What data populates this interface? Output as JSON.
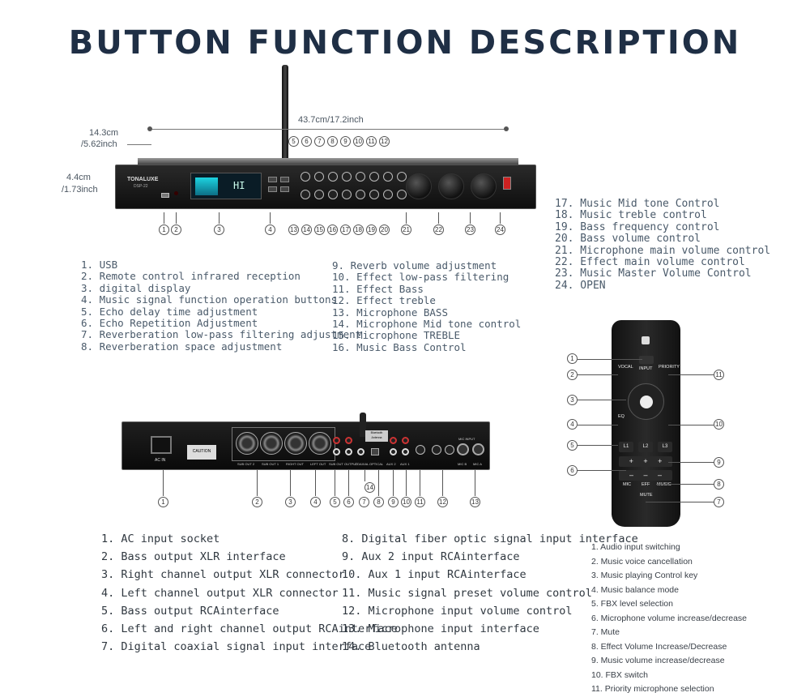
{
  "title": "BUTTON FUNCTION DESCRIPTION",
  "dimensions": {
    "width": "43.7cm/17.2inch",
    "depth_cm": "14.3cm",
    "depth_in": "/5.62inch",
    "height_cm": "4.4cm",
    "height_in": "/1.73inch"
  },
  "front_panel": {
    "brand": "TONALUXE",
    "model": "DSP-22",
    "display": "HI",
    "callouts_top": [
      "5",
      "6",
      "7",
      "8",
      "9",
      "10",
      "11",
      "12"
    ],
    "callouts_bottom": [
      "1",
      "2",
      "3",
      "4",
      "13",
      "14",
      "15",
      "16",
      "17",
      "18",
      "19",
      "20",
      "21",
      "22",
      "23",
      "24"
    ]
  },
  "front_list_a": [
    "1. USB",
    "2. Remote control infrared reception",
    "3. digital display",
    "4. Music signal function operation buttons",
    "5. Echo delay time adjustment",
    "6. Echo Repetition Adjustment",
    "7. Reverberation low-pass filtering adjustment",
    "8. Reverberation space adjustment"
  ],
  "front_list_b": [
    "9.  Reverb volume adjustment",
    "10. Effect low-pass filtering",
    "11. Effect Bass",
    "12. Effect treble",
    "13. Microphone BASS",
    "14. Microphone Mid tone control",
    "15. Microphone TREBLE",
    "16. Music Bass Control"
  ],
  "front_list_c": [
    "17. Music Mid tone Control",
    "18. Music treble control",
    "19. Bass frequency control",
    "20. Bass volume control",
    "21. Microphone main volume control",
    "22. Effect main volume control",
    "23. Music Master Volume Control",
    "24. OPEN"
  ],
  "rear_panel": {
    "callouts": [
      "1",
      "2",
      "3",
      "4",
      "5",
      "6",
      "7",
      "8",
      "9",
      "10",
      "11",
      "12",
      "13",
      "14"
    ],
    "labels": [
      "AC IN",
      "CAUTION",
      "SUB OUT 2",
      "SUB OUT 1",
      "RIGHT OUT",
      "LEFT OUT",
      "SUB OUT",
      "OUTPUT",
      "COAXIAL",
      "OPTICAL",
      "Bluetooth Antenna",
      "AUX 2",
      "AUX 1",
      "MIC INPUT",
      "MIC B",
      "MIC A"
    ]
  },
  "rear_list_a": [
    "1. AC input socket",
    "2. Bass output XLR interface",
    "3. Right channel output XLR connector",
    "4. Left channel output XLR connector",
    "5. Bass output RCAinterface",
    "6. Left and right channel output RCAinterface",
    "7. Digital coaxial signal input interface"
  ],
  "rear_list_b": [
    "8. Digital fiber optic signal input interface",
    "9. Aux 2 input RCAinterface",
    "10. Aux 1 input RCAinterface",
    "11. Music signal preset volume control",
    "12. Microphone input volume control",
    "13. Microphone input interface",
    "14. Bluetooth antenna"
  ],
  "remote": {
    "keys": {
      "input": "INPUT",
      "vocal": "VOCAL",
      "priority": "PRIORITY",
      "eq": "EQ",
      "l1": "L1",
      "l2": "L2",
      "l3": "L3",
      "mic": "MIC",
      "eff": "EFF",
      "music": "MUSIC",
      "mute": "MUTE"
    },
    "callouts_left": [
      "1",
      "2",
      "3",
      "4",
      "5",
      "6"
    ],
    "callouts_right": [
      "11",
      "10",
      "9",
      "8",
      "7"
    ]
  },
  "remote_list": [
    "1. Audio input switching",
    "2. Music voice cancellation",
    "3. Music playing Control key",
    "4. Music balance mode",
    "5. FBX level selection",
    "6. Microphone volume increase/decrease",
    "7. Mute",
    "8. Effect Volume Increase/Decrease",
    "9. Music volume increase/decrease",
    "10. FBX switch",
    "11. Priority microphone selection"
  ],
  "colors": {
    "title": "#1f2f45",
    "device": "#151515",
    "text": "#4a5560"
  }
}
